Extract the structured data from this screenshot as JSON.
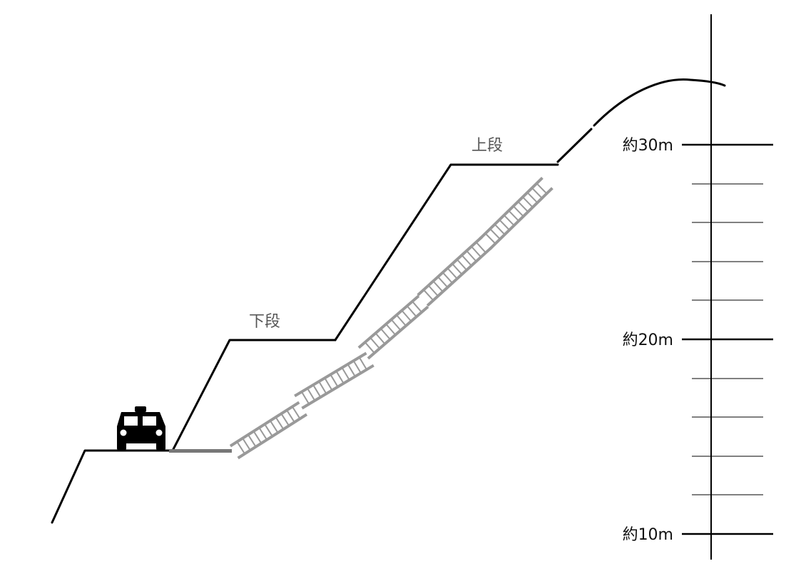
{
  "labels": {
    "upper_stage": "上段",
    "lower_stage": "下段"
  },
  "height_scale": {
    "major_marks": [
      {
        "label": "約30m"
      },
      {
        "label": "約20m"
      },
      {
        "label": "約10m"
      }
    ],
    "minor_marks_between_majors": 4
  },
  "icons": {
    "vehicle": "taxi-icon",
    "ladders": "ladder-icon",
    "base": "grass-icon"
  },
  "colors": {
    "line": "#000000",
    "ladder": "#999999",
    "stage_label": "#555555"
  }
}
